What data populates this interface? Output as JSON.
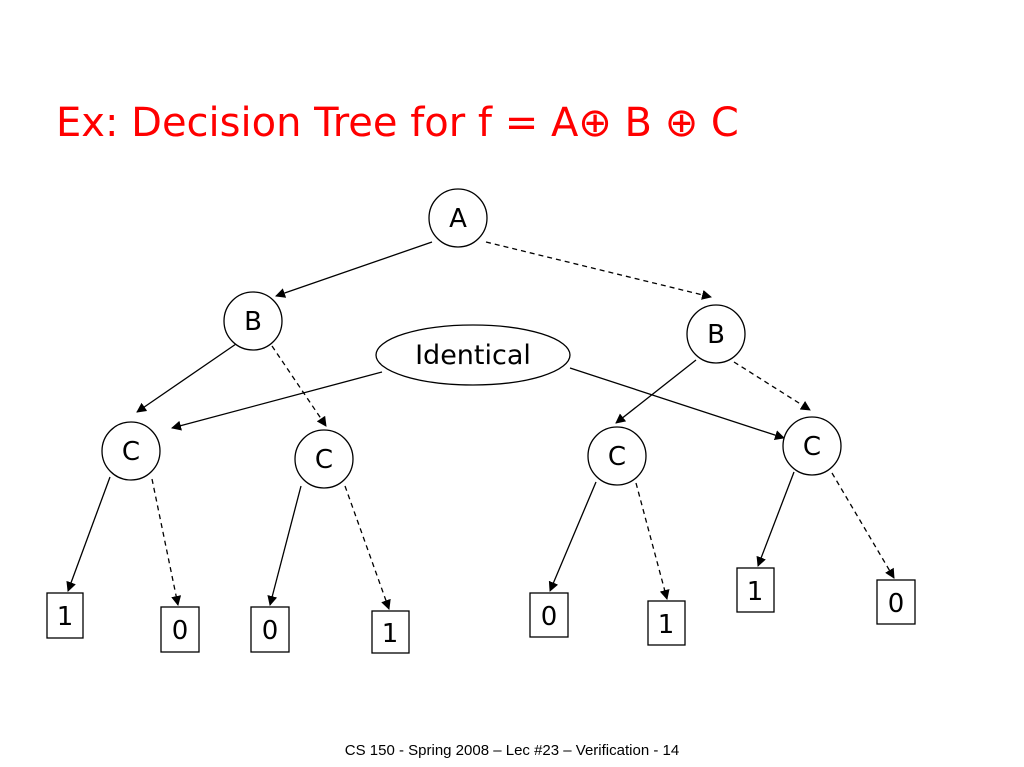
{
  "slide": {
    "title": "Ex: Decision Tree for f = A⊕ B ⊕ C",
    "footer": "CS 150 - Spring  2008 – Lec #23 – Verification  - 14"
  },
  "colors": {
    "title": "#ff0000",
    "line": "#000000",
    "background": "#ffffff"
  },
  "tree": {
    "nodes": [
      {
        "id": "a",
        "label": "A"
      },
      {
        "id": "b1",
        "label": "B"
      },
      {
        "id": "b2",
        "label": "B"
      },
      {
        "id": "c1",
        "label": "C"
      },
      {
        "id": "c2",
        "label": "C"
      },
      {
        "id": "c3",
        "label": "C"
      },
      {
        "id": "c4",
        "label": "C"
      }
    ],
    "leaves": [
      {
        "id": "l1",
        "label": "1"
      },
      {
        "id": "l2",
        "label": "0"
      },
      {
        "id": "l3",
        "label": "0"
      },
      {
        "id": "l4",
        "label": "1"
      },
      {
        "id": "l5",
        "label": "0"
      },
      {
        "id": "l6",
        "label": "1"
      },
      {
        "id": "l7",
        "label": "1"
      },
      {
        "id": "l8",
        "label": "0"
      }
    ],
    "annotation": {
      "label": "Identical"
    }
  }
}
